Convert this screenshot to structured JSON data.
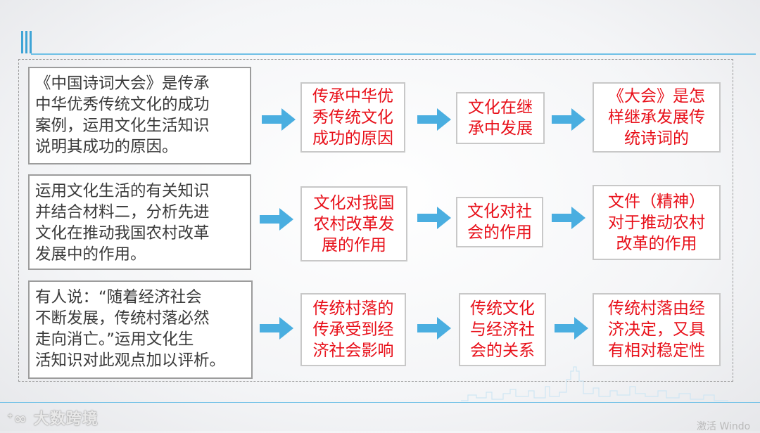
{
  "colors": {
    "accent": "#3ea4d6",
    "answer_text": "#e8101a",
    "question_text": "#3a3a3a",
    "arrow": "#4aaee0"
  },
  "rows": [
    {
      "question": "《中国诗词大会》是传承\n中华优秀传统文化的成功\n案例，运用文化生活知识\n说明其成功的原因。",
      "steps": [
        "传承中华优\n秀传统文化\n成功的原因",
        "文化在继\n承中发展",
        "《大会》是怎\n样继承发展传\n统诗词的"
      ]
    },
    {
      "question": "运用文化生活的有关知识\n并结合材料二，分析先进\n文化在推动我国农村改革\n发展中的作用。",
      "steps": [
        "文化对我国\n农村改革发\n展的作用",
        "文化对社\n会的作用",
        "文件（精神）\n对于推动农村\n改革的作用"
      ]
    },
    {
      "question": "有人说：“随着经济社会\n不断发展，传统村落必然\n走向消亡。”运用文化生\n活知识对此观点加以评析。",
      "steps": [
        "传统村落的\n传承受到经\n济社会影响",
        "传统文化\n与经济社\n会的关系",
        "传统村落由经\n济决定，又具\n有相对稳定性"
      ]
    }
  ],
  "footer": {
    "logo_text": "大数跨境",
    "windows_text": "激活 Windo"
  }
}
